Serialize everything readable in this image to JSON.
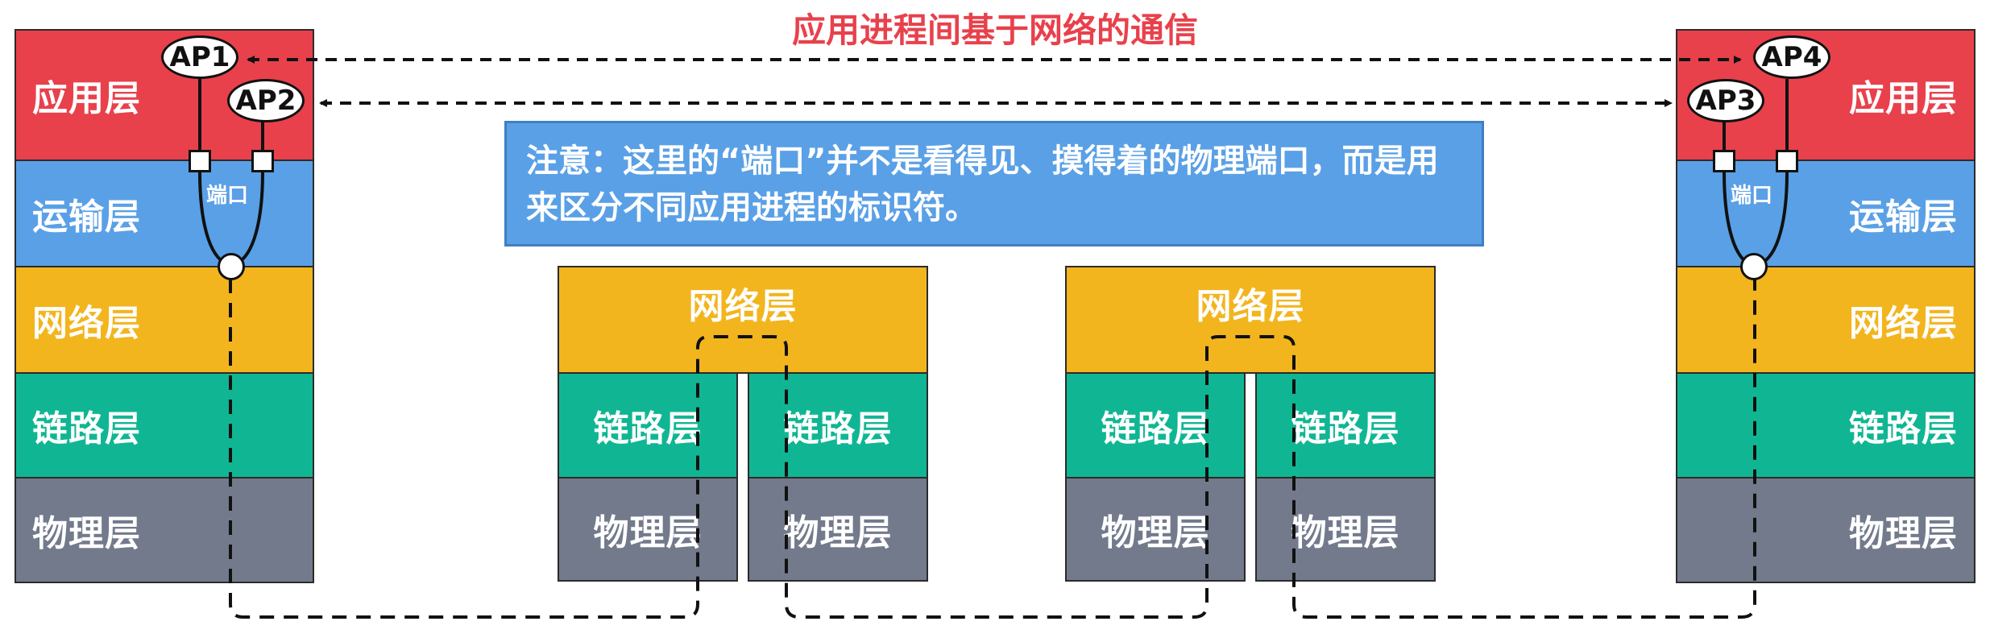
{
  "title": "应用进程间基于网络的通信",
  "note": "注意：这里的“端口”并不是看得见、摸得着的物理端口，而是用来区分不同应用进程的标识符。",
  "port_label": "端口",
  "layers": {
    "application": "应用层",
    "transport": "运输层",
    "network": "网络层",
    "link": "链路层",
    "physical": "物理层"
  },
  "processes": {
    "ap1": "AP1",
    "ap2": "AP2",
    "ap3": "AP3",
    "ap4": "AP4"
  },
  "colors": {
    "application": "#e8414c",
    "transport": "#5aa0e6",
    "network": "#f2b51e",
    "link": "#10b693",
    "physical": "#727a8c",
    "title": "#e8414c"
  }
}
